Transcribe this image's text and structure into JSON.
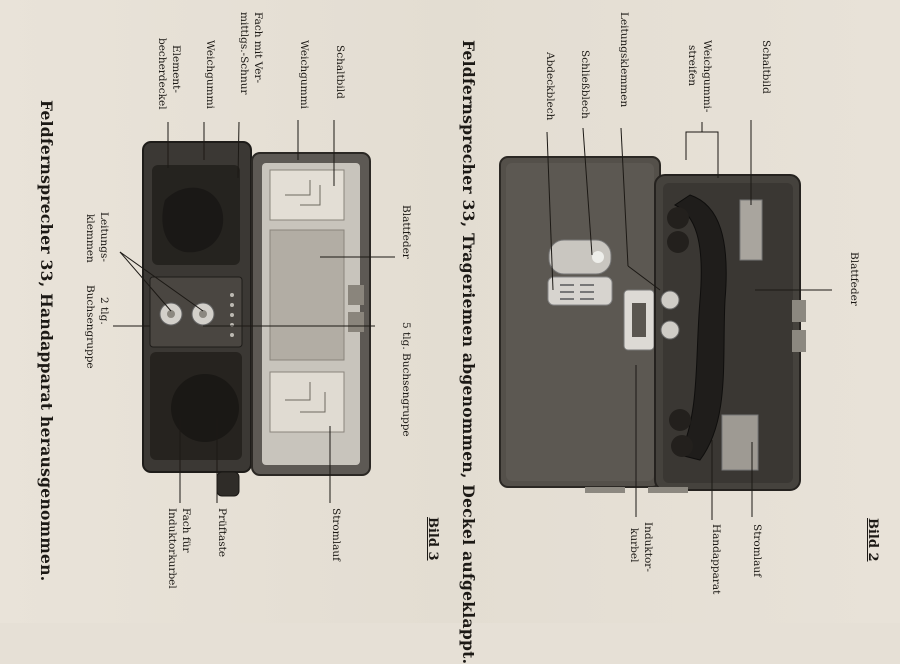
{
  "page": {
    "background": "#e6e0d6",
    "ink": "#1c1915"
  },
  "figure2": {
    "caption_number": "Bild 2",
    "title": "Feldfernsprecher 33, Trageriemen abgenommen, Deckel aufgeklappt.",
    "labels": {
      "schaltbild": "Schaltbild",
      "weichgummistreifen_1": "Weichgummi-",
      "weichgummistreifen_2": "streifen",
      "leitungsklemmen": "Leitungsklemmen",
      "schliessblech": "Schließblech",
      "abdeckblech": "Abdeckblech",
      "blattfeder": "Blattfeder",
      "stromlauf": "Stromlauf",
      "handapparat": "Handapparat",
      "induktorkurbel_1": "Induktor-",
      "induktorkurbel_2": "kurbel"
    }
  },
  "figure3": {
    "caption_number": "Bild 3",
    "title": "Feldfernsprecher 33, Handapparat herausgenommen.",
    "labels": {
      "schaltbild": "Schaltbild",
      "weichgummi_1": "Weichgummi",
      "fach_1": "Fach mit Ver-",
      "fach_2": "mittlgs.-Schnur",
      "weichgummi_2": "Weichgummi",
      "element_1": "Element-",
      "element_2": "becherdeckel",
      "leitung_1": "Leitungs-",
      "leitung_2": "klemmen",
      "zweiteilig_1": "2 tlg.",
      "zweiteilig_2": "Buchsengruppe",
      "blattfeder": "Blattfeder",
      "fuenfteilig": "5 tlg. Buchsengruppe",
      "stromlauf": "Stromlauf",
      "pruftaste": "Prüftaste",
      "fach_ind_1": "Fach für",
      "fach_ind_2": "Induktorkurbel"
    }
  }
}
